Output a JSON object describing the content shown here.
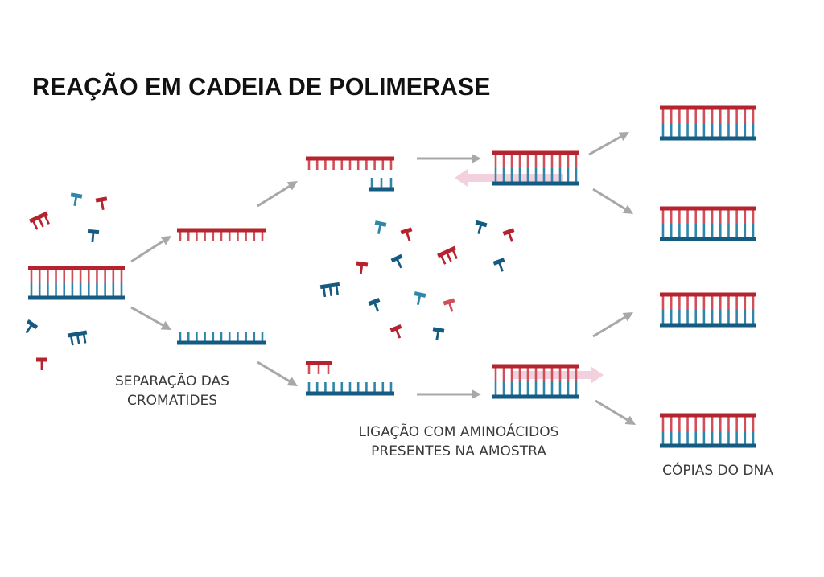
{
  "title": "REAÇÃO EM CADEIA DE POLIMERASE",
  "captions": {
    "separation_line1": "SEPARAÇÃO DAS",
    "separation_line2": "CROMATIDES",
    "ligation_line1": "LIGAÇÃO COM AMINOÁCIDOS",
    "ligation_line2": "PRESENTES NA AMOSTRA",
    "copies": "CÓPIAS DO DNA"
  },
  "colors": {
    "red_strand": "#b5232e",
    "red_tooth": "#d04f58",
    "blue_strand": "#155a80",
    "blue_tooth": "#2f86a8",
    "arrow": "#a8a8a8",
    "polymerase_arrow": "#f0c8d8"
  }
}
